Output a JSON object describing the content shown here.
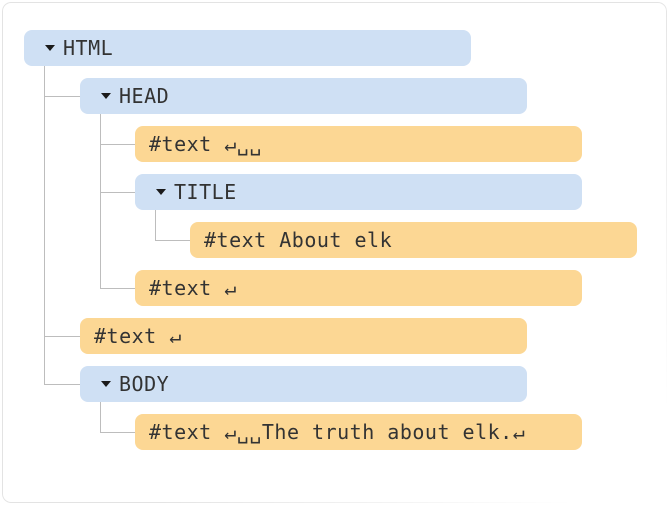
{
  "colors": {
    "element_node_fill": "#cfe0f4",
    "text_node_fill": "#fcd794",
    "node_text": "#333333",
    "connector_line": "#bdbdbd",
    "card_border": "#e3e3e3",
    "caret": "#1b1b1b"
  },
  "tree": {
    "nodes": [
      {
        "type": "element",
        "level": 1,
        "label": "HTML"
      },
      {
        "type": "element",
        "level": 2,
        "label": "HEAD"
      },
      {
        "type": "text",
        "level": 3,
        "label": "#text ↵␣␣"
      },
      {
        "type": "element",
        "level": 3,
        "label": "TITLE"
      },
      {
        "type": "text",
        "level": 4,
        "label": "#text About elk"
      },
      {
        "type": "text",
        "level": 3,
        "label": "#text ↵"
      },
      {
        "type": "text",
        "level": 2,
        "label": "#text ↵"
      },
      {
        "type": "element",
        "level": 2,
        "label": "BODY"
      },
      {
        "type": "text",
        "level": 3,
        "label": "#text ↵␣␣The truth about elk.↵"
      }
    ]
  }
}
